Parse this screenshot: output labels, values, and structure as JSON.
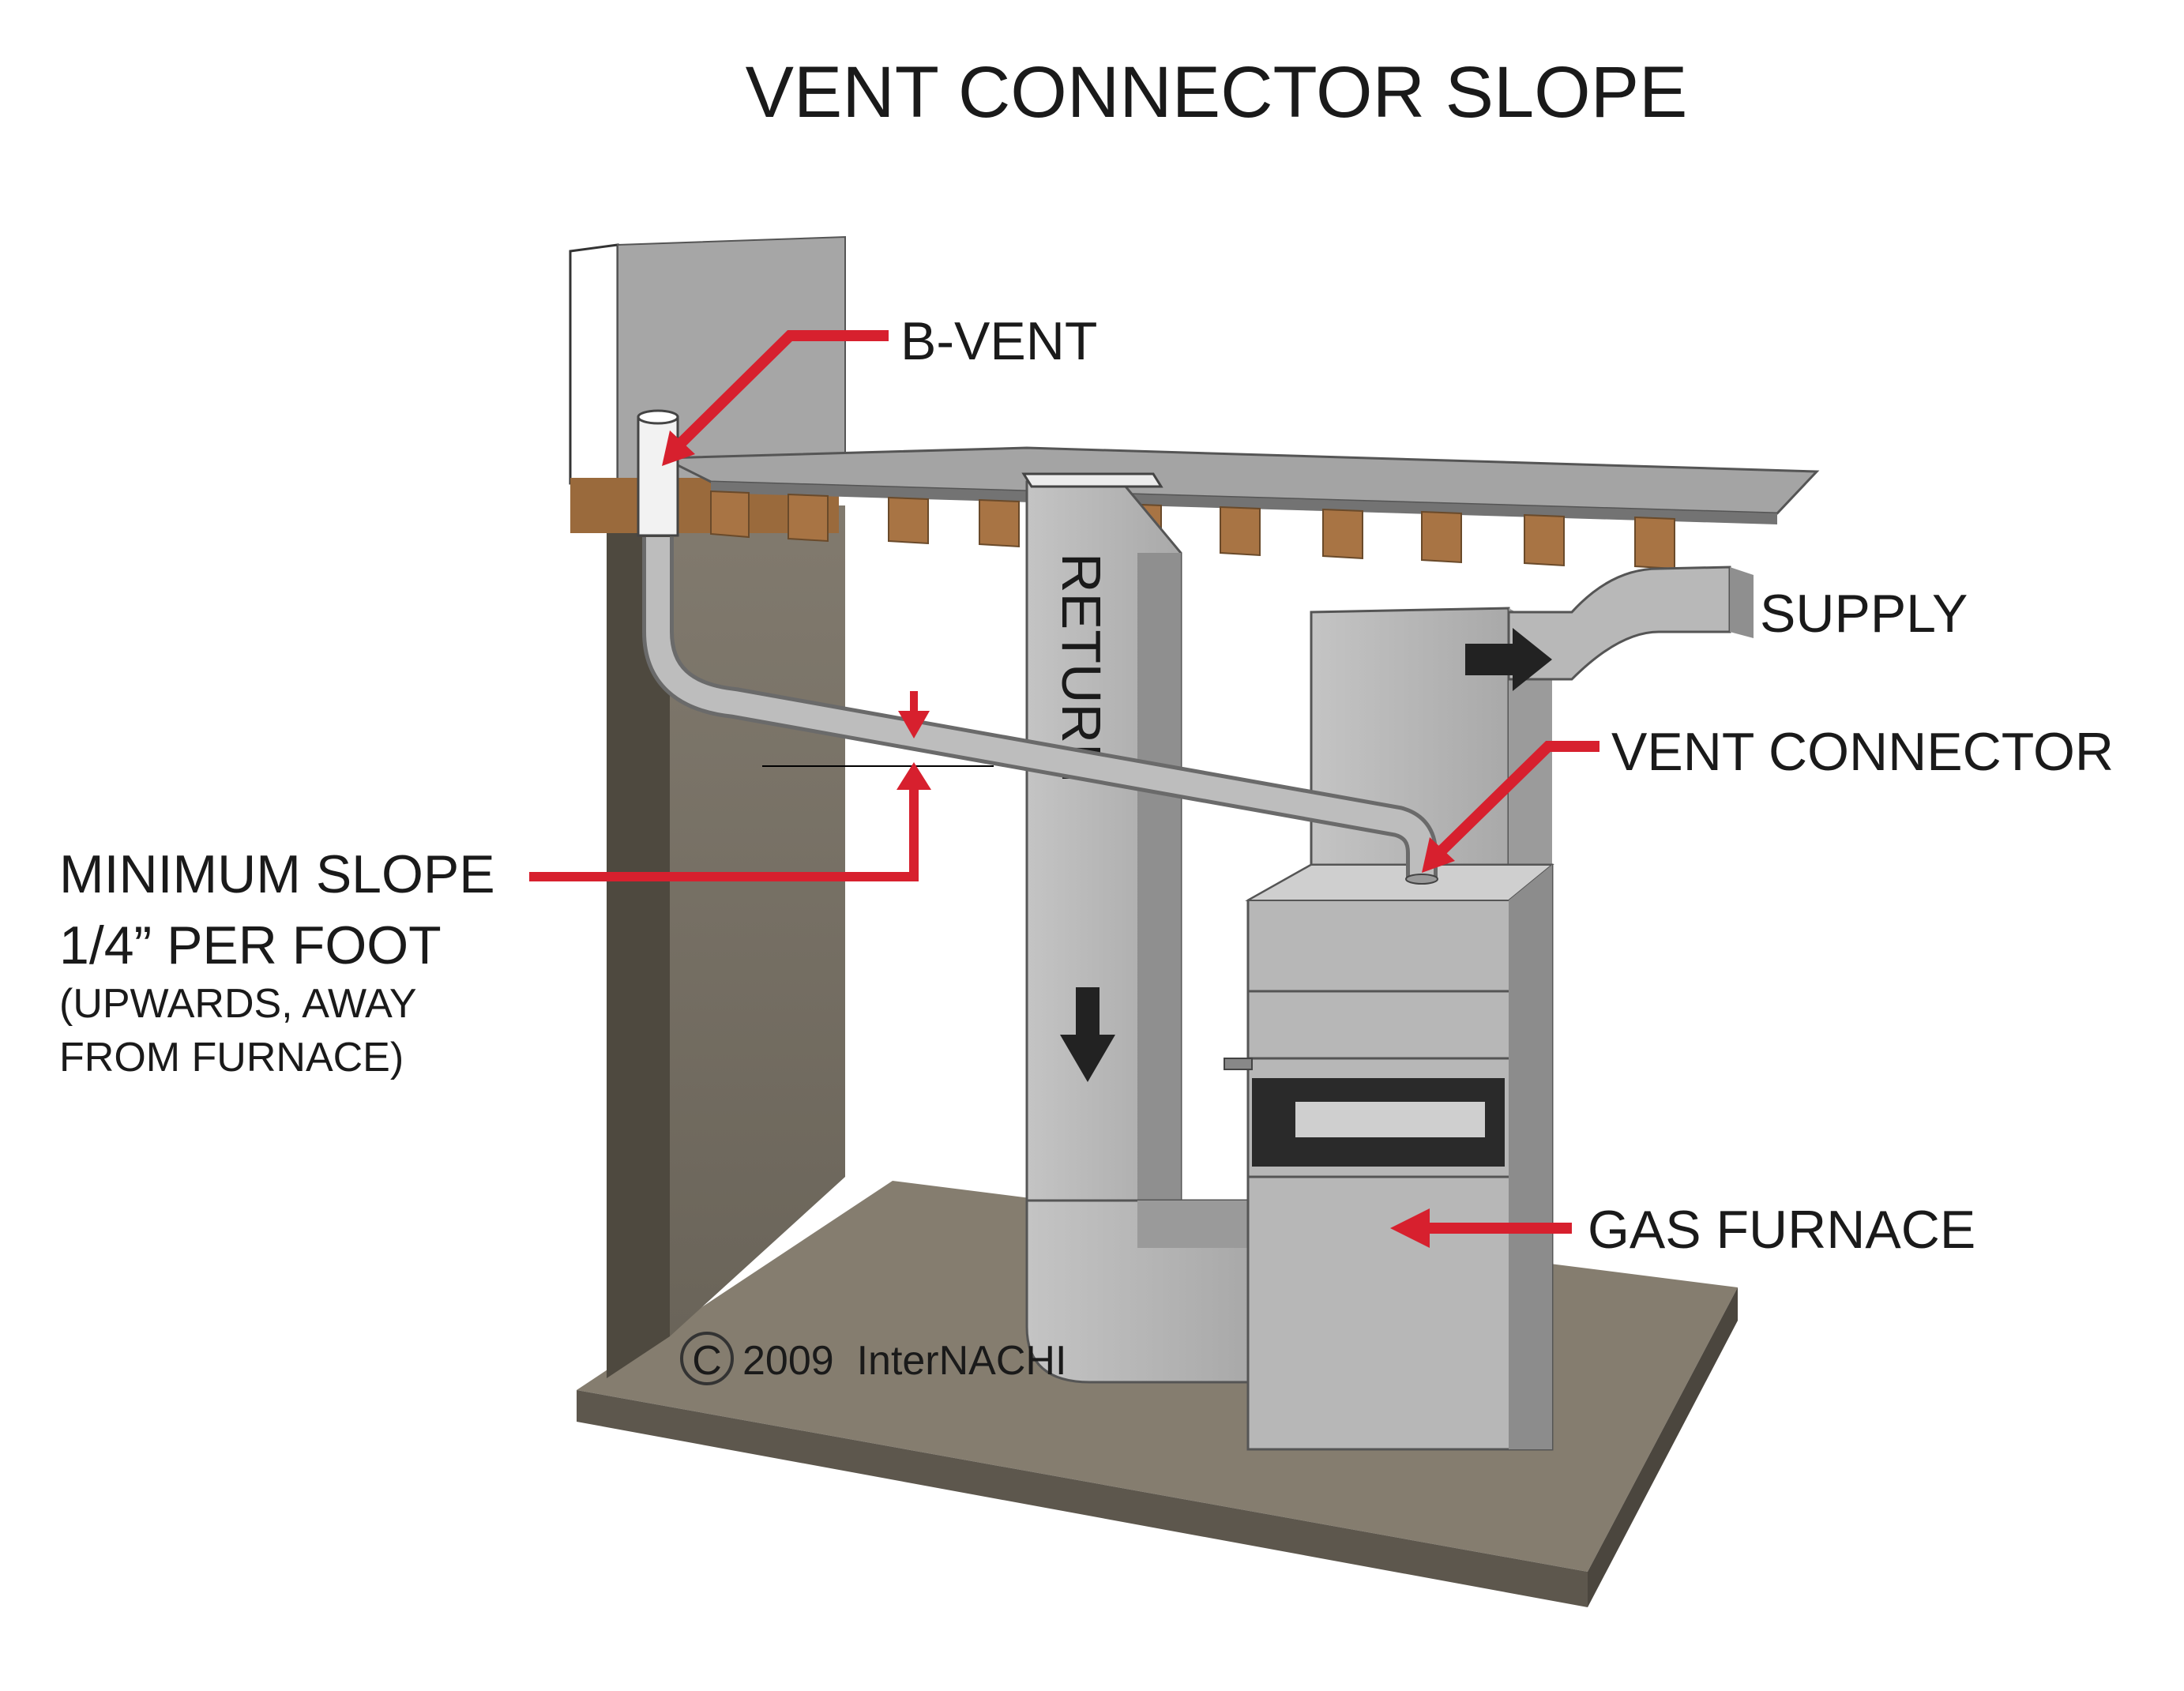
{
  "title": "VENT CONNECTOR SLOPE",
  "labels": {
    "b_vent": "B-VENT",
    "supply": "SUPPLY",
    "vent_connector": "VENT CONNECTOR",
    "return": "RETURN",
    "min_slope_line1": "MINIMUM SLOPE",
    "min_slope_line2": "1/4” PER FOOT",
    "min_slope_line3": "(UPWARDS, AWAY",
    "min_slope_line4": "FROM FURNACE)",
    "gas_furnace": "GAS FURNACE",
    "copyright": "2009  InterNACHI",
    "copyright_symbol": "C"
  },
  "colors": {
    "callout": "#d7202e",
    "concrete": "#7d786d",
    "duct": "#b4b4b4",
    "joist": "#a87444",
    "text": "#1a1a1a"
  }
}
